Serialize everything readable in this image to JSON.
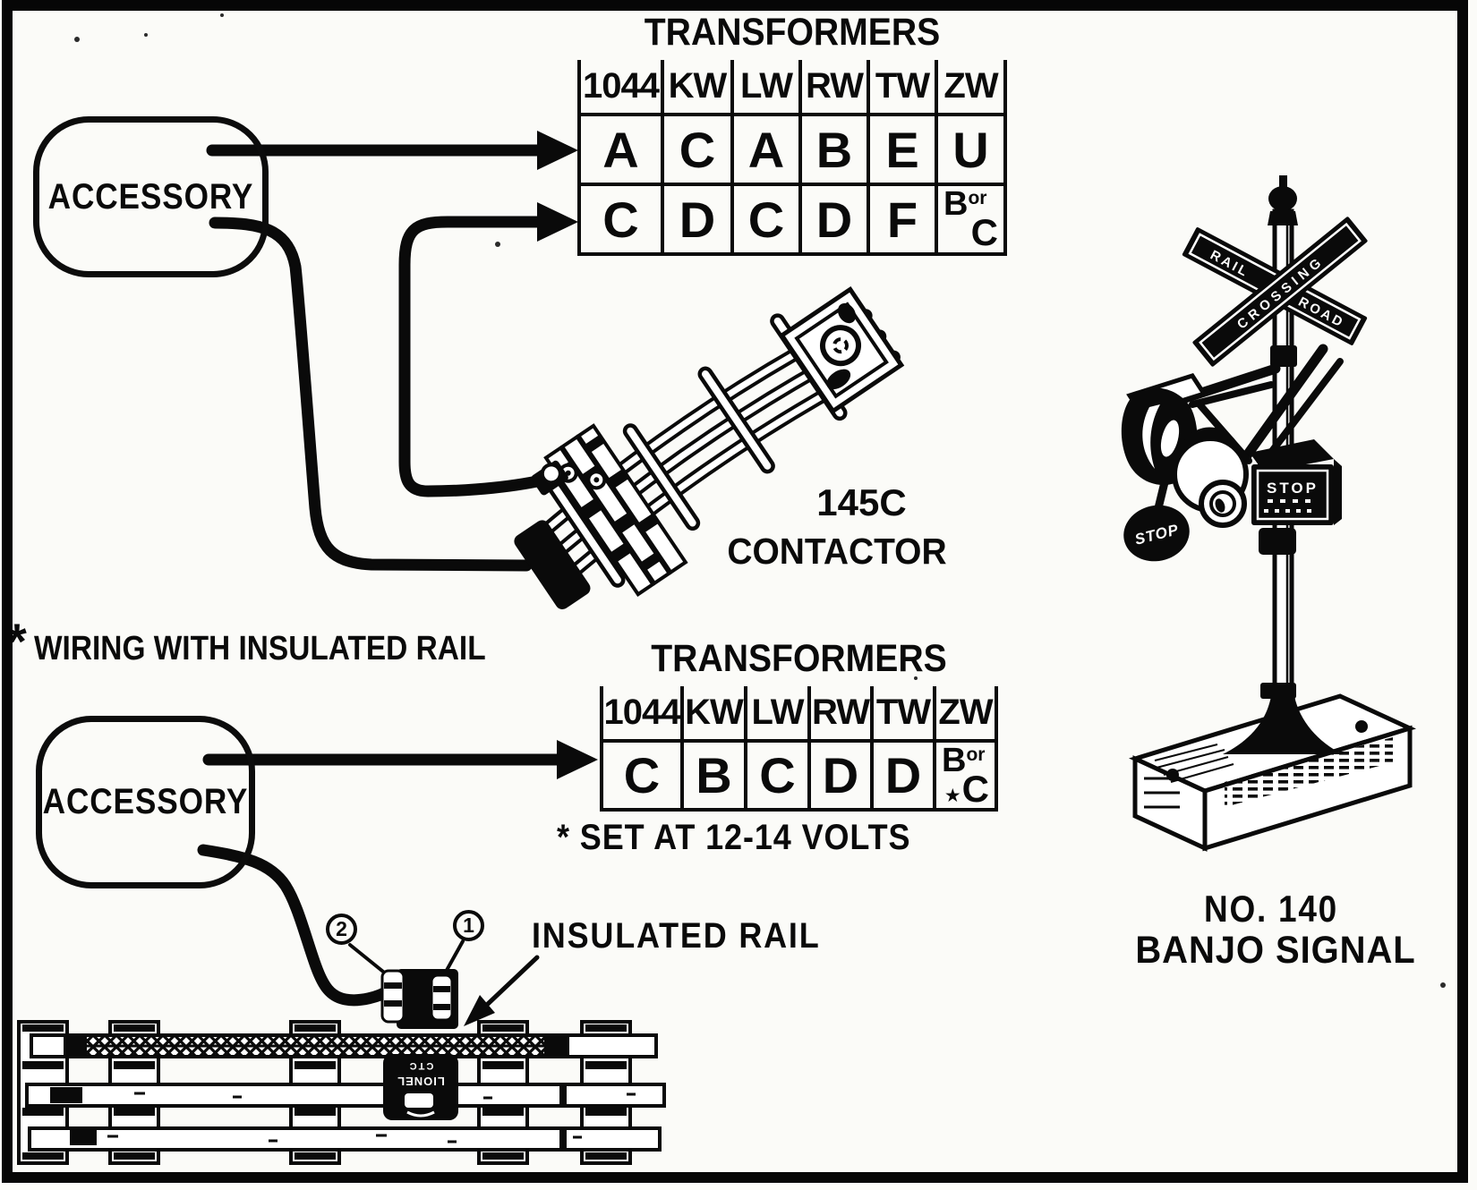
{
  "palette": {
    "ink": "#0a0a0a",
    "paper": "#fbfbf8"
  },
  "top_diagram": {
    "accessory_label": "ACCESSORY",
    "transformer_table": {
      "title": "TRANSFORMERS",
      "headers": [
        "1044",
        "KW",
        "LW",
        "RW",
        "TW",
        "ZW"
      ],
      "rows": [
        [
          "A",
          "C",
          "A",
          "B",
          "E",
          "U"
        ],
        [
          "C",
          "D",
          "C",
          "D",
          "F",
          "B|or|C"
        ]
      ]
    },
    "contactor_caption": {
      "line1": "145C",
      "line2": "CONTACTOR"
    }
  },
  "insulated_section": {
    "heading_star": "*",
    "heading": "WIRING WITH INSULATED RAIL",
    "accessory_label": "ACCESSORY",
    "transformer_table": {
      "title": "TRANSFORMERS",
      "headers": [
        "1044",
        "KW",
        "LW",
        "RW",
        "TW",
        "ZW"
      ],
      "rows": [
        [
          "C",
          "B",
          "C",
          "D",
          "D",
          "B|or|★C"
        ]
      ]
    },
    "volts_note": "* SET AT 12-14 VOLTS",
    "insulated_rail_label": "INSULATED RAIL",
    "callouts": {
      "wire_2": "2",
      "wire_1": "1"
    },
    "lockon": {
      "line1": "CTC",
      "line2": "LIONEL"
    }
  },
  "banjo_signal": {
    "crossbuck": {
      "left": "RAIL",
      "right": "ROAD",
      "across": "CROSSING"
    },
    "disc_text": "STOP",
    "sign_text": "STOP",
    "caption": {
      "line1": "NO. 140",
      "line2": "BANJO SIGNAL"
    }
  }
}
